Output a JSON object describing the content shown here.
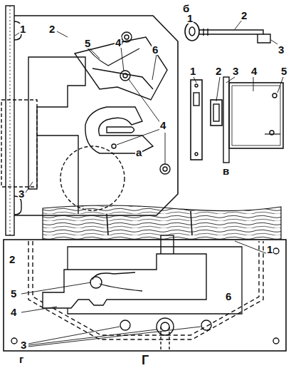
{
  "diagram": {
    "labels": [
      "1",
      "2",
      "5",
      "4",
      "6",
      "4",
      "3",
      "а",
      "б",
      "1",
      "2",
      "3",
      "1",
      "2",
      "3",
      "4",
      "5",
      "в",
      "2",
      "1",
      "5",
      "4",
      "3",
      "6",
      "г",
      "Г"
    ]
  }
}
